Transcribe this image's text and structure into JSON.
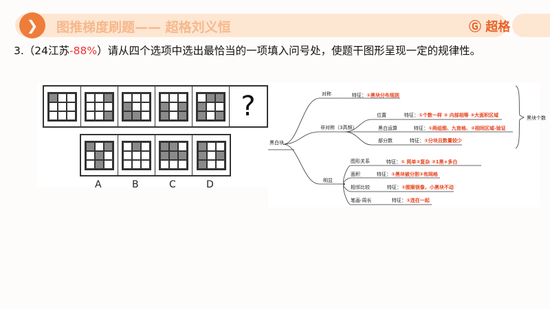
{
  "header": {
    "title": "图推梯度刷题—— 超格刘义恒",
    "logo": "超格",
    "logo_icon": "g-logo-icon",
    "arrow_icon": "chevron-right-icon",
    "accent": "#ee7d3a"
  },
  "question": {
    "number": "3.",
    "source_open": "（24江苏",
    "rate": "-88%",
    "source_close": "）",
    "text": "请从四个选项中选出最恰当的一项填入问号处，使题干图形呈现一定的规律性。"
  },
  "puzzle": {
    "stem": [
      [
        0
      ],
      [
        2,
        8
      ],
      [
        3,
        6,
        7
      ],
      [
        3,
        5,
        6,
        8
      ],
      [
        1,
        2,
        3,
        6,
        8
      ]
    ],
    "unknown": "?",
    "options": [
      {
        "label": "A",
        "cells": [
          0,
          2,
          4,
          7
        ]
      },
      {
        "label": "B",
        "cells": [
          1
        ]
      },
      {
        "label": "C",
        "cells": [
          0,
          1,
          3,
          4,
          5
        ]
      },
      {
        "label": "D",
        "cells": [
          0,
          3,
          5,
          6
        ]
      }
    ]
  },
  "mindmap": {
    "root": "黑白块",
    "symmetric": {
      "label": "对称",
      "feature": "特征：",
      "detail": "①黑块分布规则"
    },
    "asymmetric": {
      "label": "非对称（3高频）",
      "children": [
        {
          "label": "位置",
          "feature": "特征：",
          "detail": "①个数一样 ② 内部相等 ③大面积区域"
        },
        {
          "label": "黑白运算",
          "feature": "特征：",
          "detail": "①两组图、九宫格、②相同区域-验证"
        },
        {
          "label": "部分数",
          "feature": "特征：",
          "detail": "①分块且数量较少"
        }
      ]
    },
    "brace_label": "黑块个数",
    "obvious": {
      "label": "明显",
      "children": [
        {
          "label": "图形关系",
          "feature": "特征：",
          "detail": "① 简单②复杂 ③1黑+多白"
        },
        {
          "label": "面积",
          "feature": "特征：",
          "detail": "①黑块被分割②有网格"
        },
        {
          "label": "相邻比较",
          "feature": "特征：",
          "detail": "①图案很像，小黑块不动"
        },
        {
          "label": "笔画-周长",
          "feature": "特征：",
          "detail": "①连在一起"
        }
      ]
    }
  }
}
